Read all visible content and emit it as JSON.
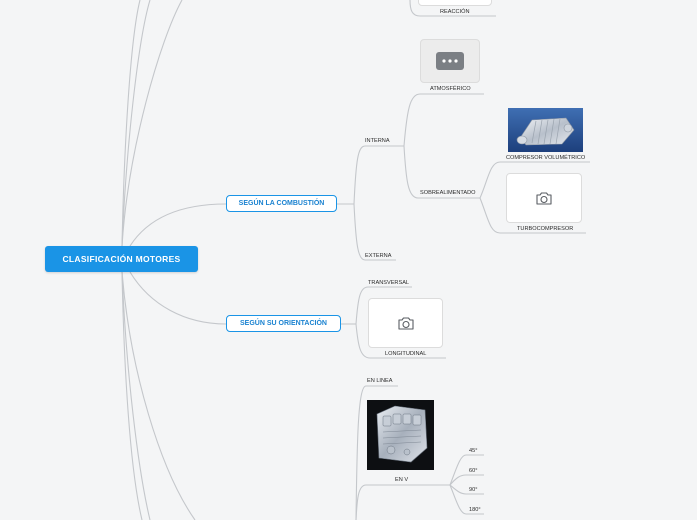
{
  "map": {
    "root": "CLASIFICACIÓN MOTORES",
    "branches": {
      "combustion": "SEGÚN LA COMBUSTIÓN",
      "orientacion": "SEGÚN SU ORIENTACIÓN"
    },
    "labels": {
      "reaccion": "REACCIÓN",
      "interna": "INTERNA",
      "atmosferico": "ATMOSFÉRICO",
      "sobrealimentado": "SOBREALIMENTADO",
      "compresor": "COMPRESOR VOLUMÉTRICO",
      "turbo": "TURBOCOMPRESOR",
      "externa": "EXTERNA",
      "transversal": "TRANSVERSAL",
      "longitudinal": "LONGITUDINAL",
      "enlinea": "EN LINEA",
      "env": "EN V",
      "a45": "45°",
      "a60": "60°",
      "a90": "90°",
      "a180": "180°"
    }
  },
  "colors": {
    "accent": "#1a94e6",
    "connector": "#c4c7cb"
  },
  "icons": [
    "more-icon",
    "camera-icon",
    "compressor-photo",
    "v-engine-photo"
  ]
}
